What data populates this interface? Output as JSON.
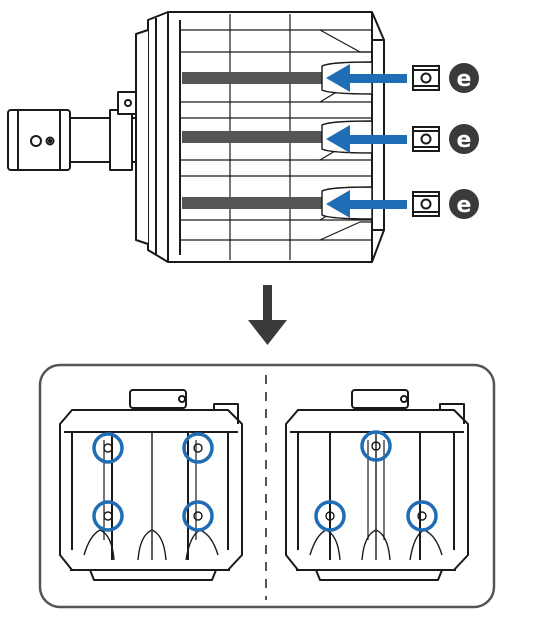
{
  "figure": {
    "part_label": "e",
    "insert_count": 3,
    "lower_panel": {
      "left_view_screw_positions": 4,
      "right_view_screw_positions": 3
    }
  },
  "colors": {
    "line": "#1a1a1a",
    "arrow_blue": "#1f6db5",
    "highlight_blue": "#1f6db5",
    "badge_fill": "#3a3a3a",
    "badge_text": "#ffffff",
    "groove_fill": "#555555",
    "panel_border": "#555555",
    "down_arrow": "#3a3a3a"
  },
  "icons": {
    "down_arrow": "arrow-down-icon",
    "insert_arrow": "arrow-left-icon",
    "screw_highlight": "circle-highlight-icon"
  }
}
